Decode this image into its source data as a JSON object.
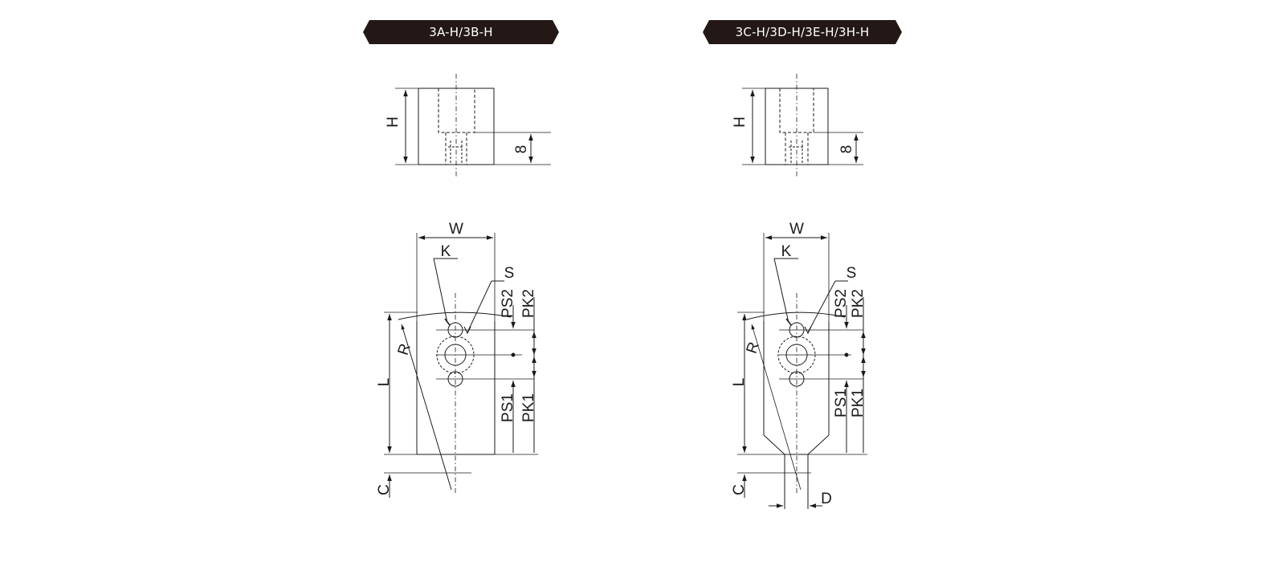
{
  "headers": {
    "left": "3A-H/3B-H",
    "right": "3C-H/3D-H/3E-H/3H-H"
  },
  "labels": {
    "H": "H",
    "eight": "8",
    "W": "W",
    "K": "K",
    "S": "S",
    "PS2": "PS2",
    "PK2": "PK2",
    "R": "R",
    "L": "L",
    "PS1": "PS1",
    "PK1": "PK1",
    "C": "C",
    "D": "D"
  },
  "colors": {
    "line": "#1a1a1a",
    "badge": "#231815",
    "badge_text": "#ffffff"
  }
}
